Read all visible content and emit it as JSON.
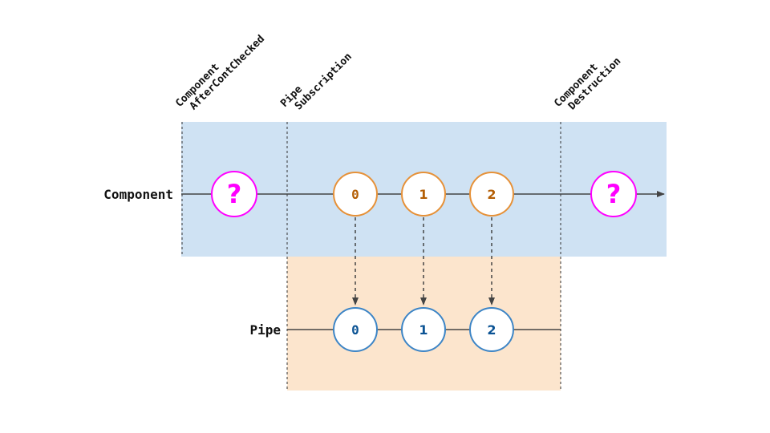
{
  "diagram": {
    "lanes": {
      "component": {
        "label": "Component"
      },
      "pipe": {
        "label": "Pipe"
      }
    },
    "events": [
      {
        "id": "after-cont-checked",
        "lines": [
          "Component",
          "AfterContChecked"
        ]
      },
      {
        "id": "pipe-subscription",
        "lines": [
          "Pipe",
          "Subscription"
        ]
      },
      {
        "id": "component-destruction",
        "lines": [
          "Component",
          "Destruction"
        ]
      }
    ],
    "component_marbles": [
      "?",
      "0",
      "1",
      "2",
      "?"
    ],
    "pipe_marbles": [
      "0",
      "1",
      "2"
    ],
    "colors": {
      "component_band": "#cfe2f3",
      "pipe_band": "#fce5cd",
      "unknown_marble": "#ff00ff",
      "component_marble": "#e69138",
      "pipe_marble": "#3d85c6",
      "line": "#444444"
    }
  }
}
